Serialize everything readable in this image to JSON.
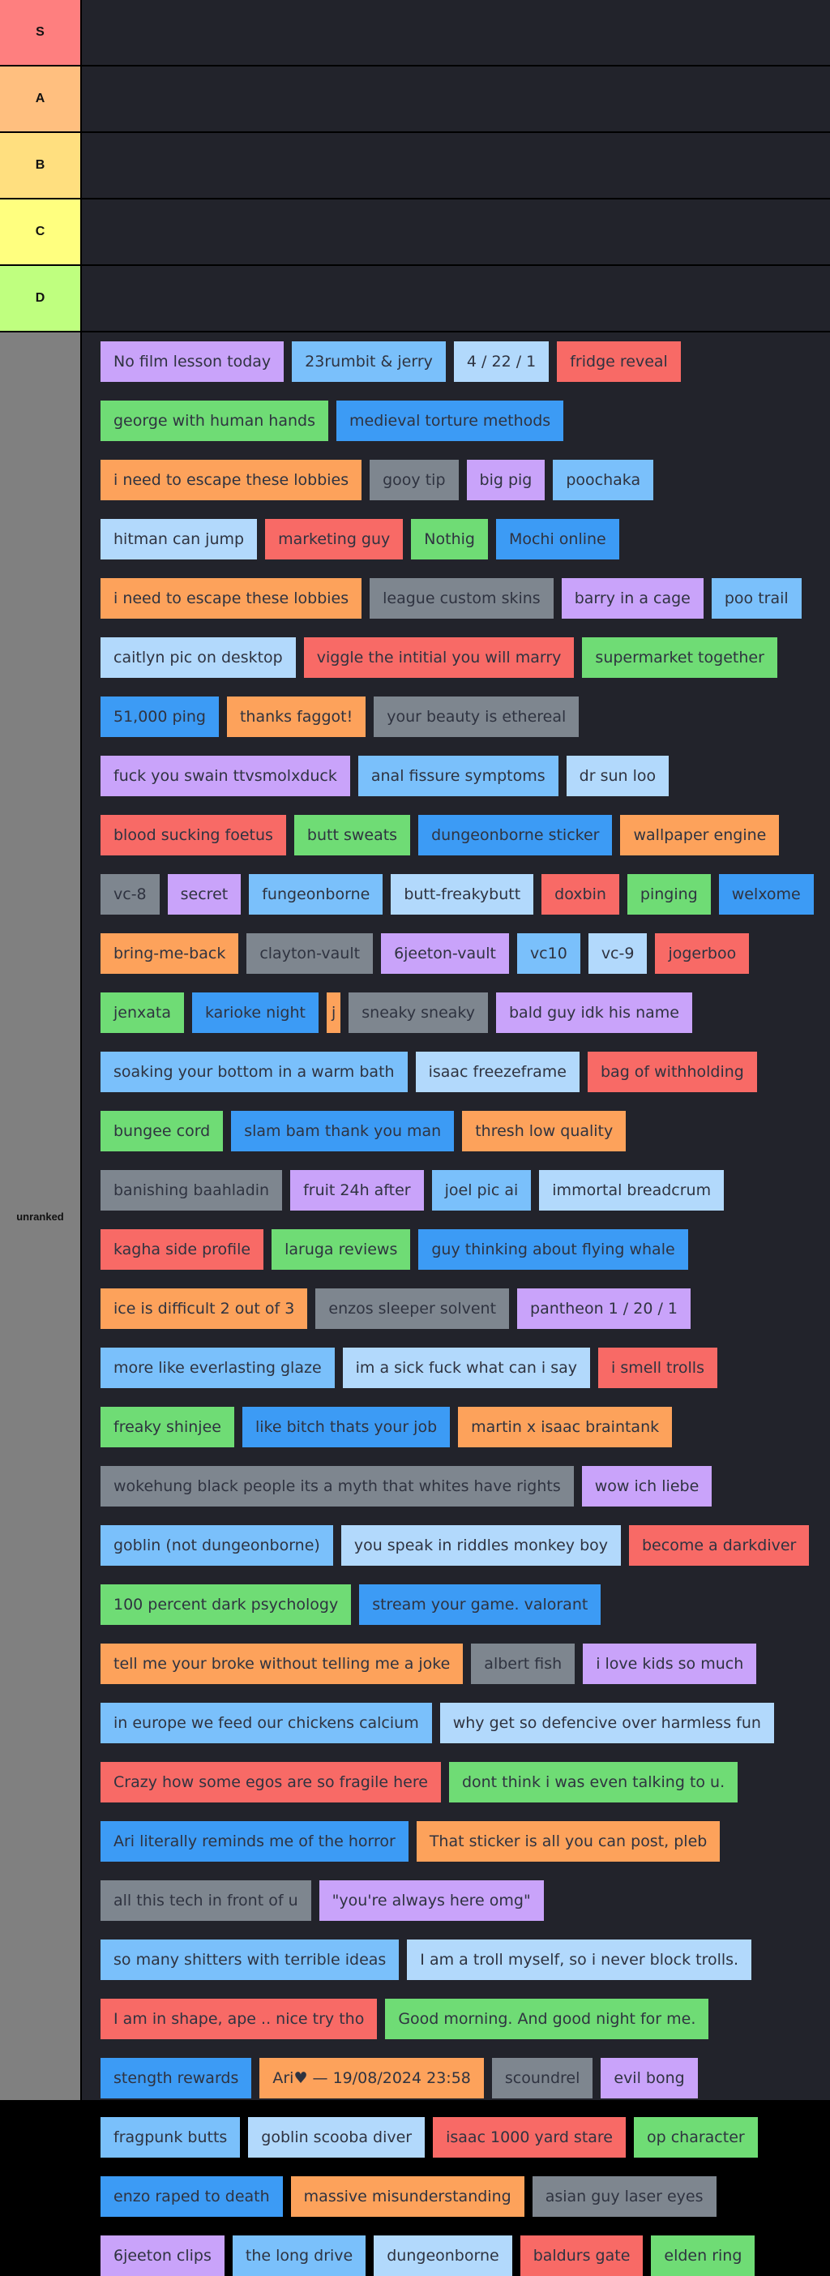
{
  "tiers": [
    {
      "id": "s",
      "label": "S",
      "color": "#fe7f7f"
    },
    {
      "id": "a",
      "label": "A",
      "color": "#ffbf7f"
    },
    {
      "id": "b",
      "label": "B",
      "color": "#ffdf7f"
    },
    {
      "id": "c",
      "label": "C",
      "color": "#ffff7f"
    },
    {
      "id": "d",
      "label": "D",
      "color": "#bfff7f"
    }
  ],
  "unranked": {
    "label": "unranked",
    "color": "#808080",
    "items": [
      {
        "text": "No film lesson today",
        "color": "purple"
      },
      {
        "text": "23rumbit & jerry",
        "color": "lightblue"
      },
      {
        "text": "4 / 22 / 1",
        "color": "paleblue"
      },
      {
        "text": "fridge reveal",
        "color": "red"
      },
      {
        "text": "george with human hands",
        "color": "green"
      },
      {
        "text": "medieval torture methods",
        "color": "blue"
      },
      {
        "text": "i need to escape these lobbies",
        "color": "orange"
      },
      {
        "text": "gooy tip",
        "color": "gray"
      },
      {
        "text": "big pig",
        "color": "purple"
      },
      {
        "text": "poochaka",
        "color": "lightblue"
      },
      {
        "text": "hitman can jump",
        "color": "paleblue"
      },
      {
        "text": "marketing guy",
        "color": "red"
      },
      {
        "text": "Nothig",
        "color": "green"
      },
      {
        "text": "Mochi online",
        "color": "blue"
      },
      {
        "text": "i need to escape these lobbies",
        "color": "orange"
      },
      {
        "text": "league custom skins",
        "color": "gray"
      },
      {
        "text": "barry in a cage",
        "color": "purple"
      },
      {
        "text": "poo trail",
        "color": "lightblue"
      },
      {
        "text": "caitlyn pic on desktop",
        "color": "paleblue"
      },
      {
        "text": "viggle the intitial you will marry",
        "color": "red"
      },
      {
        "text": "supermarket together",
        "color": "green"
      },
      {
        "text": "51,000 ping",
        "color": "blue"
      },
      {
        "text": "thanks faggot!",
        "color": "orange"
      },
      {
        "text": "your beauty is ethereal",
        "color": "gray"
      },
      {
        "text": "fuck you swain ttvsmolxduck",
        "color": "purple"
      },
      {
        "text": "anal fissure symptoms",
        "color": "lightblue"
      },
      {
        "text": "dr sun loo",
        "color": "paleblue"
      },
      {
        "text": "blood sucking foetus",
        "color": "red"
      },
      {
        "text": "butt sweats",
        "color": "green"
      },
      {
        "text": "dungeonborne sticker",
        "color": "blue"
      },
      {
        "text": "wallpaper engine",
        "color": "orange"
      },
      {
        "text": "vc-8",
        "color": "gray"
      },
      {
        "text": "secret",
        "color": "purple"
      },
      {
        "text": "fungeonborne",
        "color": "lightblue"
      },
      {
        "text": "butt-freakybutt",
        "color": "paleblue"
      },
      {
        "text": "doxbin",
        "color": "red"
      },
      {
        "text": "pinging",
        "color": "green"
      },
      {
        "text": "welxome",
        "color": "blue"
      },
      {
        "text": "bring-me-back",
        "color": "orange"
      },
      {
        "text": "clayton-vault",
        "color": "gray"
      },
      {
        "text": "6jeeton-vault",
        "color": "purple"
      },
      {
        "text": "vc10",
        "color": "lightblue"
      },
      {
        "text": "vc-9",
        "color": "paleblue"
      },
      {
        "text": "jogerboo",
        "color": "red"
      },
      {
        "text": "jenxata",
        "color": "green"
      },
      {
        "text": "karioke night",
        "color": "blue"
      },
      {
        "text": "j",
        "color": "orange",
        "narrow": true
      },
      {
        "text": "sneaky sneaky",
        "color": "gray"
      },
      {
        "text": "bald guy idk his name",
        "color": "purple"
      },
      {
        "text": "soaking your bottom in a warm bath",
        "color": "lightblue"
      },
      {
        "text": "isaac freezeframe",
        "color": "paleblue"
      },
      {
        "text": "bag of withholding",
        "color": "red"
      },
      {
        "text": "bungee cord",
        "color": "green"
      },
      {
        "text": "slam bam thank you man",
        "color": "blue"
      },
      {
        "text": "thresh low quality",
        "color": "orange"
      },
      {
        "text": "banishing baahladin",
        "color": "gray"
      },
      {
        "text": "fruit 24h after",
        "color": "purple"
      },
      {
        "text": "joel pic ai",
        "color": "lightblue"
      },
      {
        "text": "immortal breadcrum",
        "color": "paleblue"
      },
      {
        "text": "kagha side profile",
        "color": "red"
      },
      {
        "text": "laruga reviews",
        "color": "green"
      },
      {
        "text": "guy thinking about flying whale",
        "color": "blue"
      },
      {
        "text": "ice is difficult 2 out of 3",
        "color": "orange"
      },
      {
        "text": "enzos sleeper solvent",
        "color": "gray"
      },
      {
        "text": "pantheon 1 / 20 / 1",
        "color": "purple"
      },
      {
        "text": "more like everlasting glaze",
        "color": "lightblue"
      },
      {
        "text": "im a sick fuck what can i say",
        "color": "paleblue"
      },
      {
        "text": "i smell trolls",
        "color": "red"
      },
      {
        "text": "freaky shinjee",
        "color": "green"
      },
      {
        "text": "like bitch thats your job",
        "color": "blue"
      },
      {
        "text": "martin x isaac braintank",
        "color": "orange"
      },
      {
        "text": "wokehung black people its a myth that whites have rights",
        "color": "gray"
      },
      {
        "text": "wow ich liebe",
        "color": "purple"
      },
      {
        "text": "goblin (not dungeonborne)",
        "color": "lightblue"
      },
      {
        "text": "you speak in riddles monkey boy",
        "color": "paleblue"
      },
      {
        "text": "become a darkdiver",
        "color": "red"
      },
      {
        "text": "100 percent dark psychology",
        "color": "green"
      },
      {
        "text": "stream your game. valorant",
        "color": "blue"
      },
      {
        "text": "tell me your broke without telling me a joke",
        "color": "orange"
      },
      {
        "text": "albert fish",
        "color": "gray"
      },
      {
        "text": "i love kids so much",
        "color": "purple"
      },
      {
        "text": "in europe we feed our chickens calcium",
        "color": "lightblue"
      },
      {
        "text": "why get so defencive over harmless fun",
        "color": "paleblue"
      },
      {
        "text": "Crazy how some egos are so fragile here",
        "color": "red"
      },
      {
        "text": "dont think i was even talking to u.",
        "color": "green"
      },
      {
        "text": "Ari literally reminds me of the horror",
        "color": "blue"
      },
      {
        "text": "That sticker is all you can post, pleb",
        "color": "orange"
      },
      {
        "text": "all this tech in front of u",
        "color": "gray"
      },
      {
        "text": "\"you're always here omg\"",
        "color": "purple"
      },
      {
        "text": "so many shitters with terrible ideas",
        "color": "lightblue"
      },
      {
        "text": "I am a troll myself, so i never block trolls.",
        "color": "paleblue"
      },
      {
        "text": "I am in shape, ape .. nice try tho",
        "color": "red"
      },
      {
        "text": "Good morning. And good night for me.",
        "color": "green"
      },
      {
        "text": "stength rewards",
        "color": "blue"
      },
      {
        "text": "Ari♥ — 19/08/2024 23:58",
        "color": "orange"
      },
      {
        "text": "scoundrel",
        "color": "gray"
      },
      {
        "text": "evil bong",
        "color": "purple"
      },
      {
        "text": "fragpunk butts",
        "color": "lightblue"
      },
      {
        "text": "goblin scooba diver",
        "color": "paleblue"
      },
      {
        "text": "isaac 1000 yard stare",
        "color": "red"
      },
      {
        "text": "op character",
        "color": "green"
      },
      {
        "text": "enzo raped to death",
        "color": "blue"
      },
      {
        "text": "massive misunderstanding",
        "color": "orange"
      },
      {
        "text": "asian guy laser eyes",
        "color": "gray"
      },
      {
        "text": "6jeeton clips",
        "color": "purple"
      },
      {
        "text": "the long drive",
        "color": "lightblue"
      },
      {
        "text": "dungeonborne",
        "color": "paleblue"
      },
      {
        "text": "baldurs gate",
        "color": "red"
      },
      {
        "text": "elden ring",
        "color": "green"
      }
    ]
  }
}
